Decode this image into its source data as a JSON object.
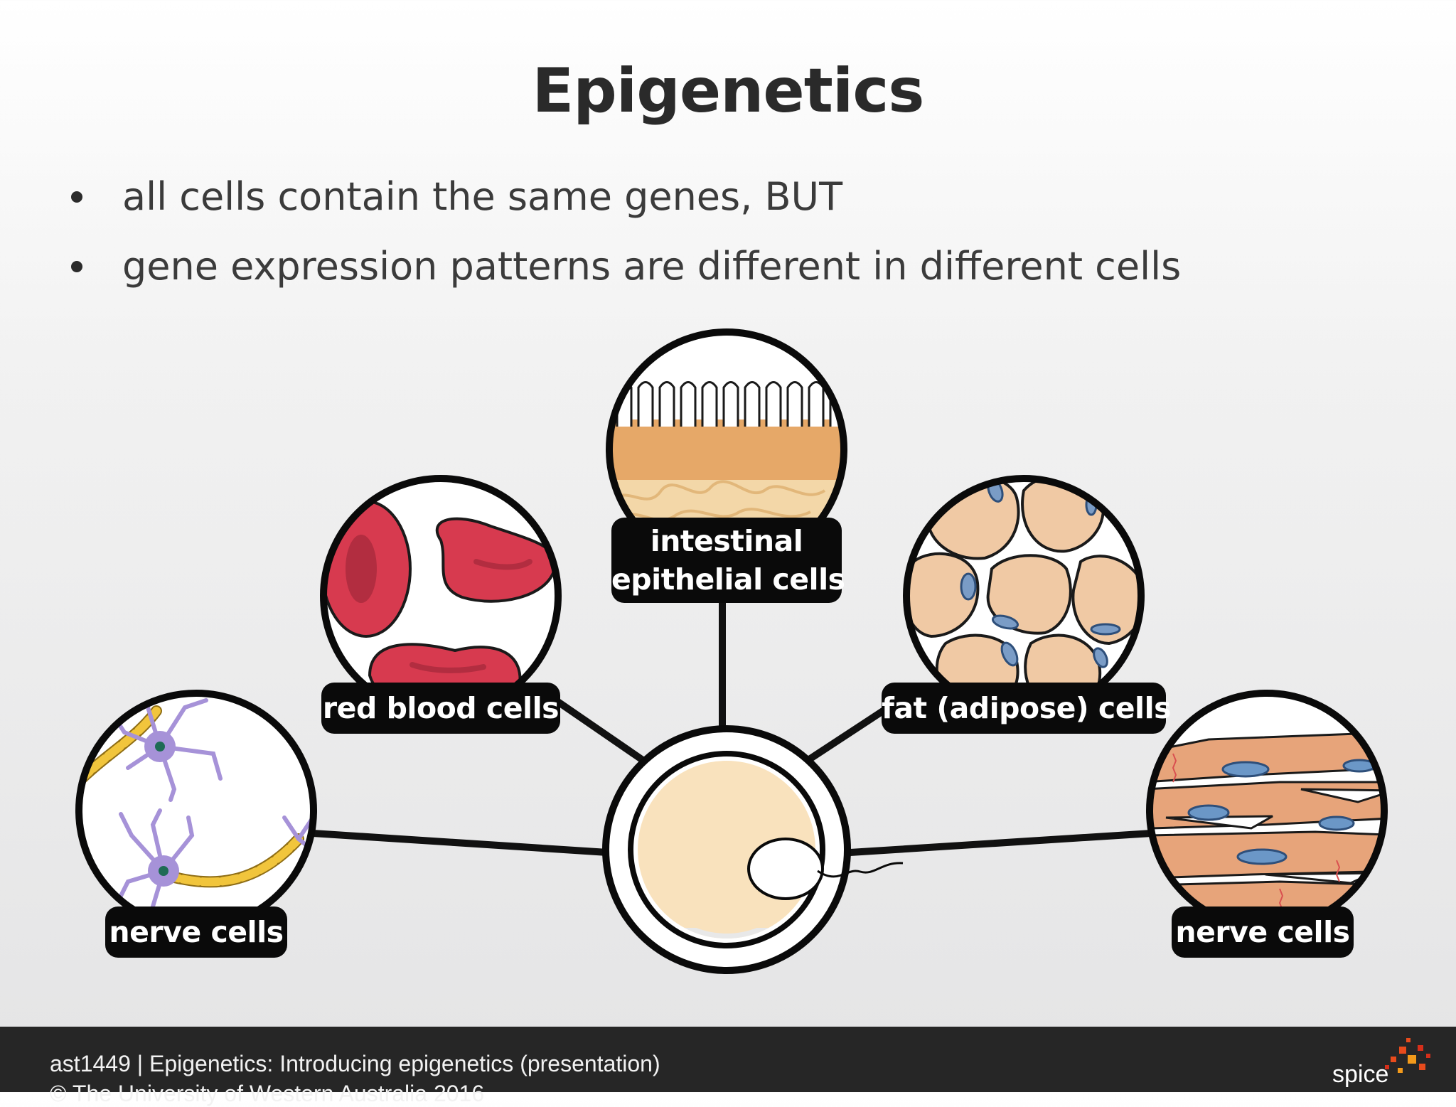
{
  "slide": {
    "title": "Epigenetics",
    "bullets": [
      "all cells contain the same genes, BUT",
      "gene expression patterns are different in different cells"
    ]
  },
  "diagram": {
    "center": "fertilized-egg",
    "cells": [
      {
        "id": "nerve-left",
        "label": "nerve cells",
        "icon": "nerve-cell-icon"
      },
      {
        "id": "red-blood",
        "label": "red blood cells",
        "icon": "red-blood-cell-icon"
      },
      {
        "id": "intestinal",
        "label": "intestinal\nepithelial cells",
        "label_line1": "intestinal",
        "label_line2": "epithelial cells",
        "icon": "intestinal-epithelium-icon"
      },
      {
        "id": "fat",
        "label": "fat (adipose) cells",
        "icon": "fat-cell-icon"
      },
      {
        "id": "nerve-right",
        "label": "nerve cells",
        "icon": "muscle-fiber-icon"
      }
    ],
    "colors": {
      "outline": "#0a0a0a",
      "red_blood_cell": "#d73a4f",
      "intestinal": "#e6a868",
      "adipose": "#f0c9a4",
      "nucleus": "#7a9cc6",
      "muscle": "#e7a47a",
      "neuron": "#a692d8",
      "myelin": "#f1c53c",
      "egg": "#f9e2bd"
    }
  },
  "footer": {
    "line1": "ast1449  |  Epigenetics: Introducing epigenetics (presentation)",
    "line2": "© The University of Western Australia 2016",
    "logo_text": "spice",
    "background": "#262626"
  }
}
